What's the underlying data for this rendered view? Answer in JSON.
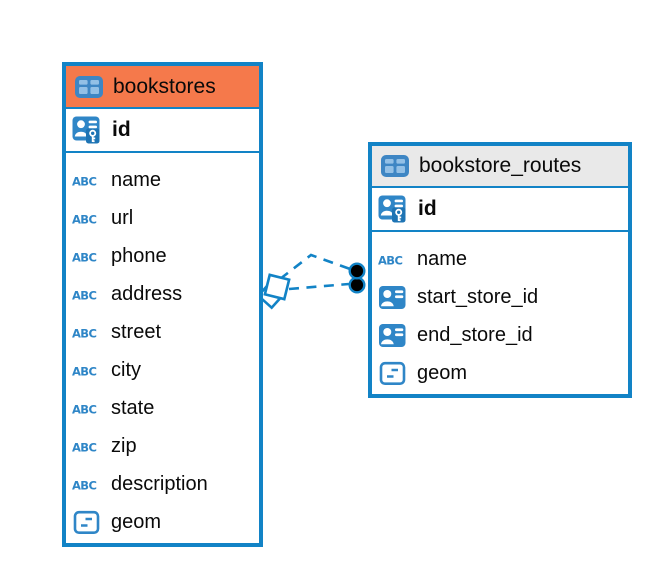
{
  "diagram": {
    "background_color": "#ffffff",
    "accent_color": "#1283C6",
    "tables": [
      {
        "name": "bookstores",
        "header_color": "#F5794B",
        "keys": [
          {
            "name": "id",
            "icon": "primary-key-icon"
          }
        ],
        "columns": [
          {
            "name": "name",
            "icon": "text-type-icon"
          },
          {
            "name": "url",
            "icon": "text-type-icon"
          },
          {
            "name": "phone",
            "icon": "text-type-icon"
          },
          {
            "name": "address",
            "icon": "text-type-icon"
          },
          {
            "name": "street",
            "icon": "text-type-icon"
          },
          {
            "name": "city",
            "icon": "text-type-icon"
          },
          {
            "name": "state",
            "icon": "text-type-icon"
          },
          {
            "name": "zip",
            "icon": "text-type-icon"
          },
          {
            "name": "description",
            "icon": "text-type-icon"
          },
          {
            "name": "geom",
            "icon": "geometry-type-icon"
          }
        ]
      },
      {
        "name": "bookstore_routes",
        "header_color": "#E9E9E9",
        "keys": [
          {
            "name": "id",
            "icon": "primary-key-icon"
          }
        ],
        "columns": [
          {
            "name": "name",
            "icon": "text-type-icon"
          },
          {
            "name": "start_store_id",
            "icon": "foreign-key-icon"
          },
          {
            "name": "end_store_id",
            "icon": "foreign-key-icon"
          },
          {
            "name": "geom",
            "icon": "geometry-type-icon"
          }
        ]
      }
    ],
    "connector": {
      "line_count": 2,
      "line_style": "dashed",
      "line_color": "#1283C6",
      "bookstores_end_marker": "white-diamond",
      "bookstore_routes_end_marker": "filled-black-circle"
    }
  }
}
